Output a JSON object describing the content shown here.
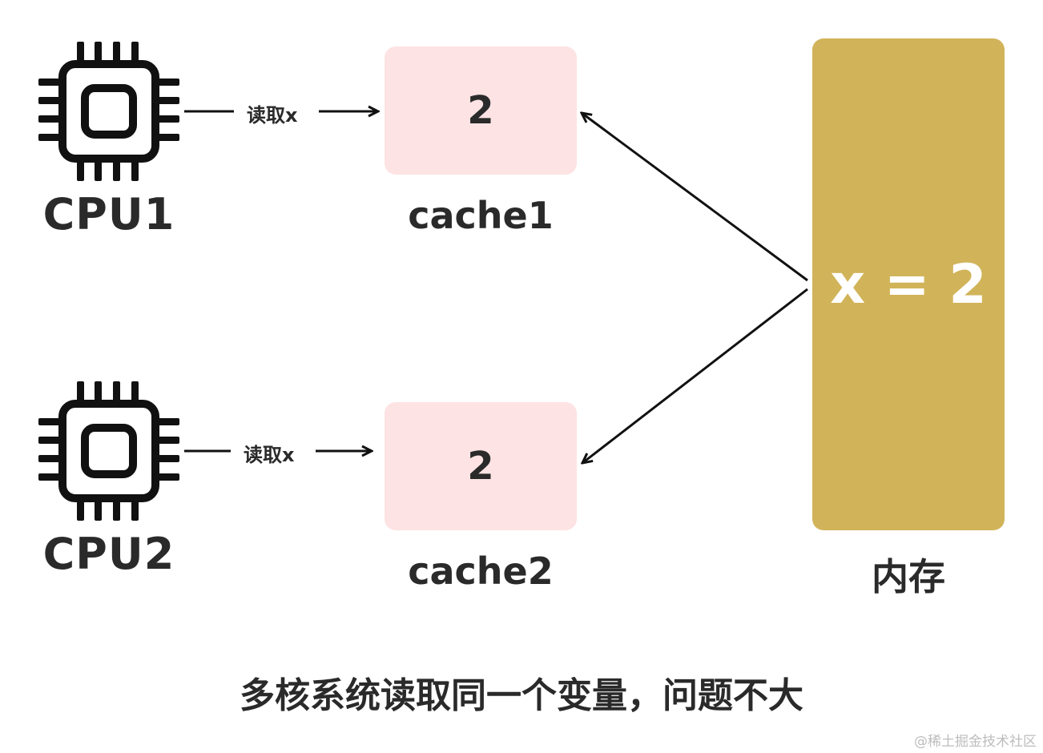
{
  "cpus": [
    {
      "label": "CPU1",
      "icon": "cpu-chip-icon",
      "read_label": "读取x"
    },
    {
      "label": "CPU2",
      "icon": "cpu-chip-icon",
      "read_label": "读取x"
    }
  ],
  "caches": [
    {
      "label": "cache1",
      "value": "2"
    },
    {
      "label": "cache2",
      "value": "2"
    }
  ],
  "memory": {
    "label": "内存",
    "value": "x = 2"
  },
  "caption": "多核系统读取同一个变量，问题不大",
  "watermark": "@稀土掘金技术社区",
  "colors": {
    "cache_fill": "#fde3e3",
    "memory_fill": "#d1b45a",
    "text": "#2a2a2a",
    "line": "#111111"
  }
}
